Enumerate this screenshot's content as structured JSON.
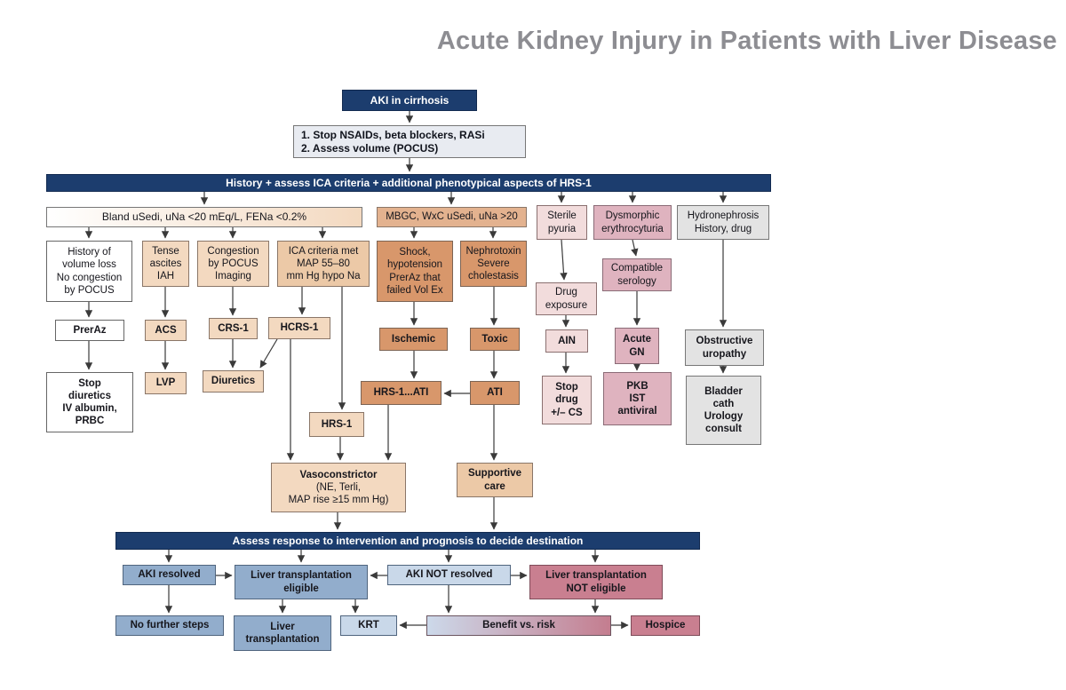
{
  "title": "Acute Kidney Injury in Patients with Liver Disease",
  "palette": {
    "navy": "#1c3d6e",
    "tan_light": "#f3d9c0",
    "tan_mid": "#ecc9a7",
    "tan_dark": "#d8976b",
    "pink_light": "#f2dcdc",
    "pink": "#dfb3bf",
    "gray": "#e3e3e3",
    "blue": "#92adcc",
    "blue_light": "#c9d8e9",
    "rose": "#c97f90",
    "title_gray": "#8d8d92"
  },
  "nodes": {
    "aki_cirrhosis": {
      "text": "AKI in cirrhosis"
    },
    "initial_steps": {
      "text": "1. Stop NSAIDs, beta blockers, RASi\n2. Assess volume (POCUS)"
    },
    "banner_history": {
      "text": "History + assess ICA criteria + additional phenotypical aspects of HRS-1"
    },
    "bland_usedi": {
      "text": "Bland uSedi, uNa <20 mEq/L, FENa <0.2%"
    },
    "mbgc": {
      "text": "MBGC, WxC uSedi, uNa >20"
    },
    "sterile_pyuria": {
      "text": "Sterile\npyuria"
    },
    "dysmorphic": {
      "text": "Dysmorphic\nerythrocyturia"
    },
    "hydronephrosis": {
      "text": "Hydronephrosis\nHistory, drug"
    },
    "history_volume_loss": {
      "text": "History of\nvolume loss\nNo congestion\nby POCUS"
    },
    "tense_ascites": {
      "text": "Tense\nascites\nIAH"
    },
    "congestion_pocus": {
      "text": "Congestion\nby POCUS\nImaging"
    },
    "ica_criteria": {
      "text": "ICA criteria met\nMAP 55–80\nmm Hg hypo Na"
    },
    "shock": {
      "text": "Shock,\nhypotension\nPrerAz that\nfailed Vol Ex"
    },
    "nephrotoxin": {
      "text": "Nephrotoxin\nSevere\ncholestasis"
    },
    "drug_exposure": {
      "text": "Drug\nexposure"
    },
    "compatible_serology": {
      "text": "Compatible\nserology"
    },
    "preraz": {
      "text": "PrerAz"
    },
    "acs": {
      "text": "ACS"
    },
    "crs1": {
      "text": "CRS-1"
    },
    "hcrs1": {
      "text": "HCRS-1"
    },
    "ischemic": {
      "text": "Ischemic"
    },
    "toxic": {
      "text": "Toxic"
    },
    "ain": {
      "text": "AIN"
    },
    "acute_gn": {
      "text": "Acute\nGN"
    },
    "obstructive_uropathy": {
      "text": "Obstructive\nuropathy"
    },
    "stop_diuretics": {
      "text": "Stop\ndiuretics\nIV albumin,\nPRBC"
    },
    "lvp": {
      "text": "LVP"
    },
    "diuretics": {
      "text": "Diuretics"
    },
    "hrs1_ati": {
      "text": "HRS-1...ATI"
    },
    "ati": {
      "text": "ATI"
    },
    "stop_drug": {
      "text": "Stop\ndrug\n+/– CS"
    },
    "pkb": {
      "text": "PKB\nIST\nantiviral"
    },
    "bladder_cath": {
      "text": "Bladder\ncath\nUrology\nconsult"
    },
    "hrs1": {
      "text": "HRS-1"
    },
    "vasoconstrictor": {
      "title": "Vasoconstrictor",
      "sub": "(NE, Terli,\nMAP rise ≥15 mm Hg)"
    },
    "supportive_care": {
      "text": "Supportive\ncare"
    },
    "banner_assess": {
      "text": "Assess response to intervention and prognosis to decide destination"
    },
    "aki_resolved": {
      "text": "AKI resolved"
    },
    "lt_eligible": {
      "text": "Liver transplantation\neligible"
    },
    "aki_not_resolved": {
      "text": "AKI NOT resolved"
    },
    "lt_not_eligible": {
      "text": "Liver transplantation\nNOT eligible"
    },
    "no_further_steps": {
      "text": "No further steps"
    },
    "liver_transplantation": {
      "text": "Liver\ntransplantation"
    },
    "krt": {
      "text": "KRT"
    },
    "benefit_vs_risk": {
      "text": "Benefit vs. risk"
    },
    "hospice": {
      "text": "Hospice"
    }
  }
}
